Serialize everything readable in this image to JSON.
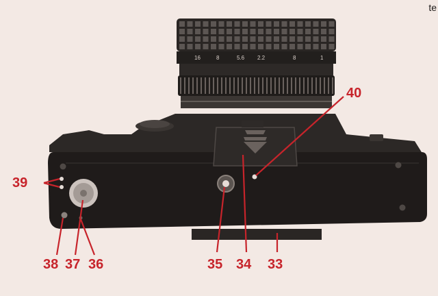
{
  "page": {
    "corner_text": "te",
    "background": "#f3e9e4",
    "ink_color": "#1e1b1a",
    "callout_color": "#c7242b"
  },
  "lens": {
    "scale": [
      "16",
      "8",
      "5.6",
      "2.2",
      "8",
      "1"
    ]
  },
  "callouts": [
    {
      "id": "39",
      "label": "39",
      "part": "two dots at left end"
    },
    {
      "id": "38",
      "label": "38",
      "part": "small screw head at left end"
    },
    {
      "id": "37",
      "label": "37",
      "part": "rewind knob"
    },
    {
      "id": "36",
      "label": "36",
      "part": "small pin beside rewind knob"
    },
    {
      "id": "35",
      "label": "35",
      "part": "tripod socket"
    },
    {
      "id": "34",
      "label": "34",
      "part": "battery compartment cover"
    },
    {
      "id": "33",
      "label": "33",
      "part": "base plate edge"
    },
    {
      "id": "40",
      "label": "40",
      "part": "small hole next to battery cover"
    }
  ]
}
